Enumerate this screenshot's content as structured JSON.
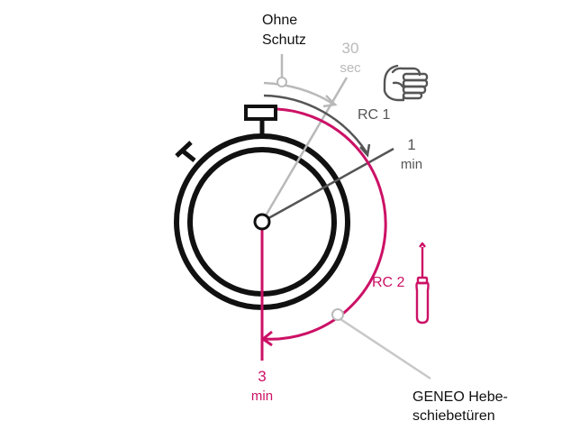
{
  "colors": {
    "ink": "#111111",
    "grey": "#b9b9b9",
    "dark_grey": "#555555",
    "magenta": "#cc1166",
    "light_grey_line": "#c8c8c8"
  },
  "labels": {
    "ohne_schutz_line1": "Ohne",
    "ohne_schutz_line2": "Schutz",
    "t30_value": "30",
    "t30_unit": "sec",
    "rc1": "RC 1",
    "t1_value": "1",
    "t1_unit": "min",
    "rc2": "RC 2",
    "t3_value": "3",
    "t3_unit": "min",
    "geneo_line1": "GENEO Hebe-",
    "geneo_line2": "schiebetüren"
  },
  "icons": {
    "rc1": "fist-icon",
    "rc2": "screwdriver-icon",
    "timer": "stopwatch-icon"
  }
}
